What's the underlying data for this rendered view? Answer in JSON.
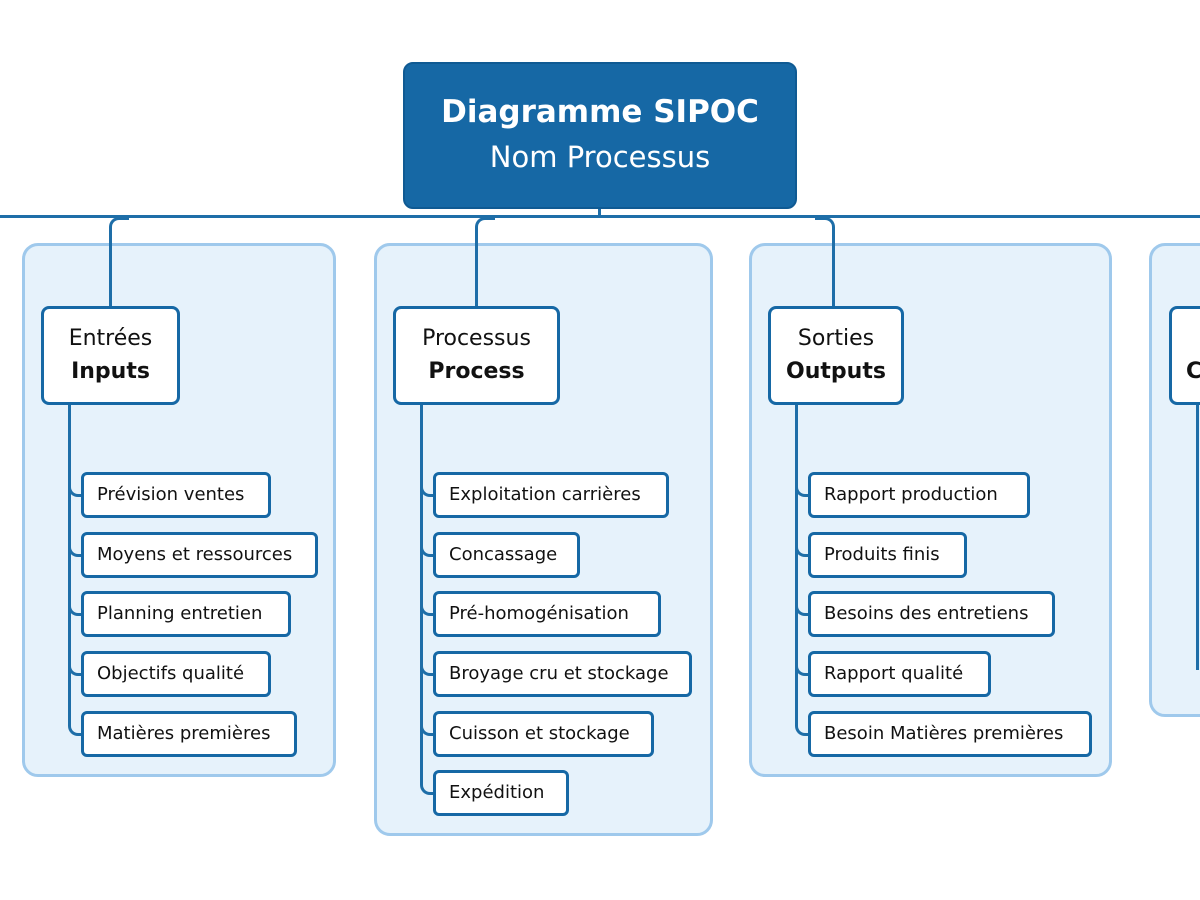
{
  "root": {
    "title": "Diagramme SIPOC",
    "subtitle": "Nom Processus"
  },
  "columns": [
    {
      "id": "inputs",
      "label_fr": "Entrées",
      "label_en": "Inputs",
      "items": [
        "Prévision ventes",
        "Moyens et ressources",
        "Planning entretien",
        "Objectifs qualité",
        "Matières premières"
      ]
    },
    {
      "id": "process",
      "label_fr": "Processus",
      "label_en": "Process",
      "items": [
        "Exploitation carrières",
        "Concassage",
        "Pré-homogénisation",
        "Broyage cru et stockage",
        "Cuisson et stockage",
        "Expédition"
      ]
    },
    {
      "id": "outputs",
      "label_fr": "Sorties",
      "label_en": "Outputs",
      "items": [
        "Rapport production",
        "Produits finis",
        "Besoins des entretiens",
        "Rapport qualité",
        "Besoin Matières premières"
      ]
    },
    {
      "id": "customers",
      "label_fr": "",
      "label_en": "C",
      "items": []
    }
  ],
  "colors": {
    "primary": "#1668a5",
    "panel_fill": "#e6f2fb",
    "panel_border": "#9fc9ec"
  }
}
